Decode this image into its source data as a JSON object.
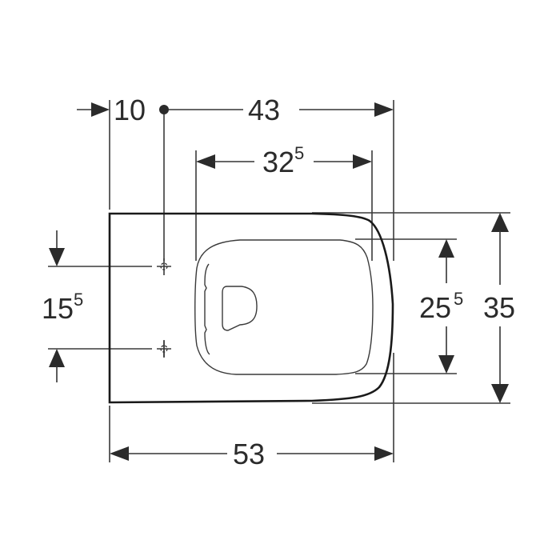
{
  "drawing": {
    "title": "Wall-hung WC top-view dimension drawing",
    "units": "cm",
    "colors": {
      "line": "#2b2b2b",
      "background": "#ffffff"
    },
    "dimensions": {
      "offset_to_fixing": {
        "value": "10",
        "sup": ""
      },
      "fixing_to_front": {
        "value": "43",
        "sup": ""
      },
      "seat_length": {
        "value": "32",
        "sup": "5"
      },
      "fixing_spacing": {
        "value": "15",
        "sup": "5"
      },
      "seat_width": {
        "value": "25",
        "sup": "5"
      },
      "total_width": {
        "value": "35",
        "sup": ""
      },
      "total_length": {
        "value": "53",
        "sup": ""
      }
    },
    "components": {
      "bowl_body": "outer ceramic body",
      "seat_lid": "seat and lid outline",
      "lid_handle": "lid grip recess",
      "fixing_points": [
        "upper fixing bolt",
        "lower fixing bolt"
      ],
      "reference_dot": "fixing axis reference"
    }
  }
}
